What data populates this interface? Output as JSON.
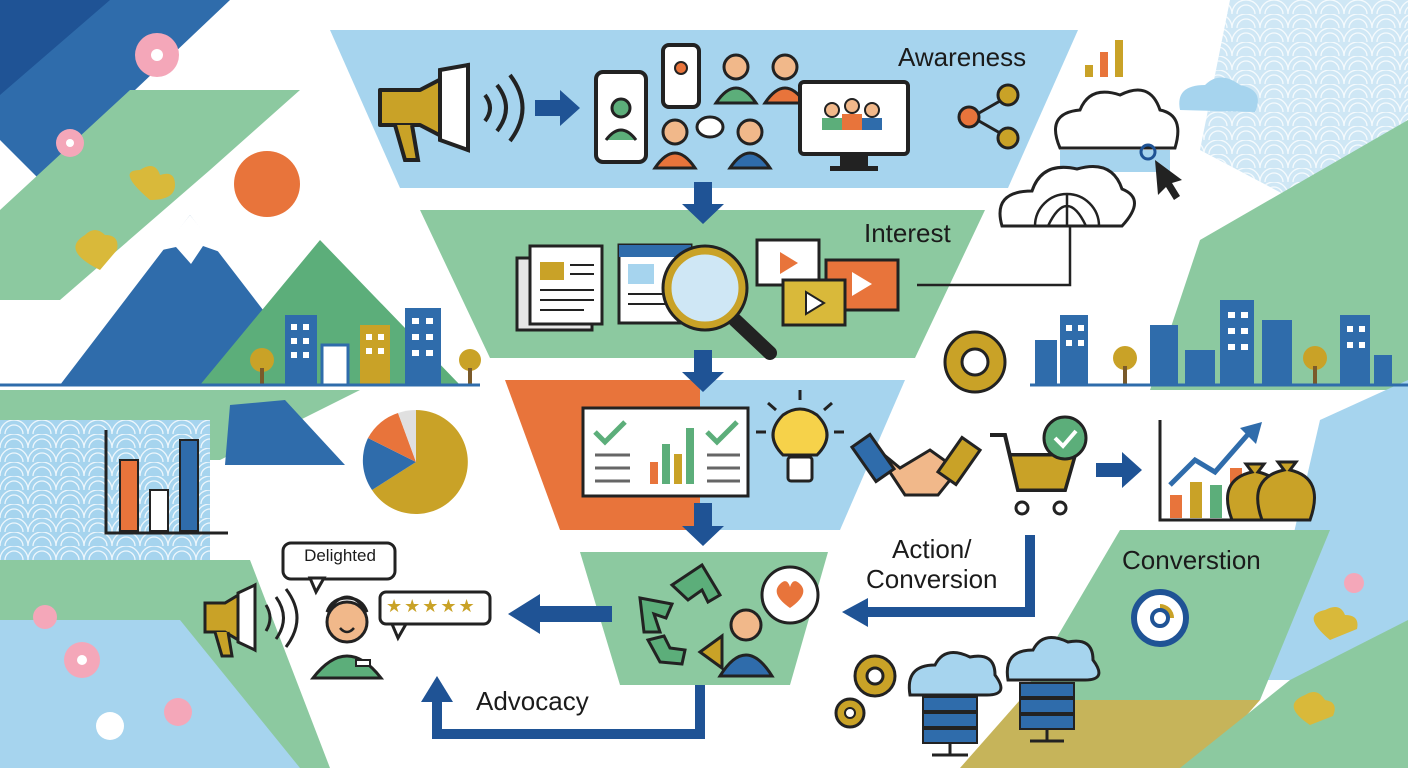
{
  "funnel": {
    "awareness": "Awareness",
    "interest": "Interest",
    "action_line1": "Action/",
    "action_line2": "Conversion",
    "conversion": "Converstion",
    "advocacy": "Advocacy"
  },
  "review": {
    "speech_bubble": "Delighted",
    "rating_stars": "★★★★★"
  },
  "colors": {
    "light_blue": "#a6d4ee",
    "green": "#86c79b",
    "orange": "#e8743b",
    "navy": "#1f5395",
    "gold": "#c9a227",
    "dark_blue": "#2f6cab"
  },
  "icons": [
    "megaphone-icon",
    "smartphone-icon",
    "people-icon",
    "monitor-icon",
    "share-icon",
    "cloud-icon",
    "cursor-icon",
    "globe-cloud-icon",
    "document-icon",
    "browser-icon",
    "magnifier-icon",
    "video-icon",
    "dashboard-icon",
    "lightbulb-icon",
    "handshake-icon",
    "cart-check-icon",
    "growth-chart-icon",
    "money-bag-icon",
    "recycle-icon",
    "heart-bubble-icon",
    "person-icon",
    "star-rating-icon",
    "gear-icon",
    "server-cloud-icon",
    "pie-chart-icon",
    "bar-chart-icon",
    "mountain-icon",
    "city-icon",
    "sun-icon",
    "sakura-icon",
    "ginkgo-icon"
  ]
}
